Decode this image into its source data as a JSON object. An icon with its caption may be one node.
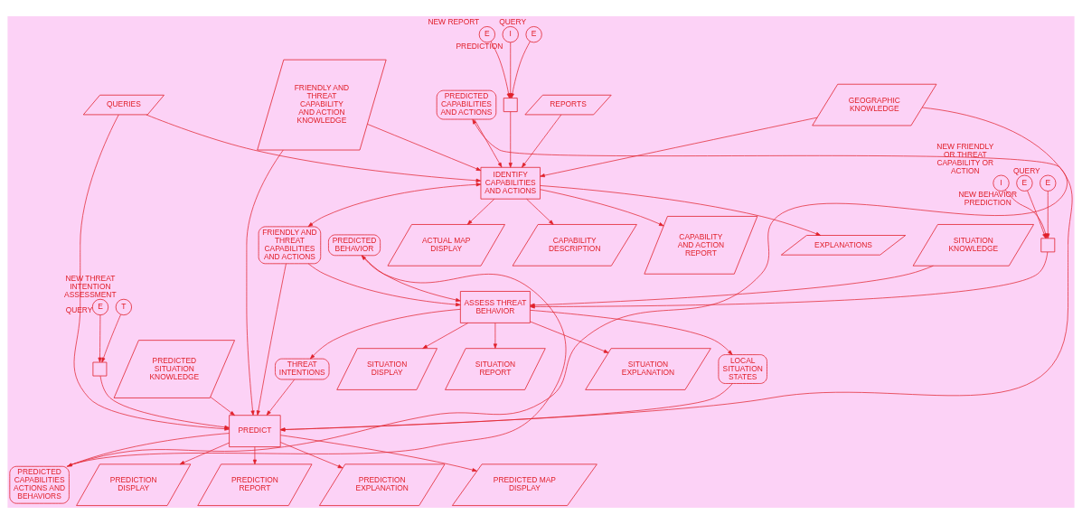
{
  "diagram": {
    "nodes": [
      {
        "text": [
          "FRIENDLY AND THREAT CAPABILITY AND ACTION KNOWLEDGE"
        ]
      },
      {
        "text": [
          "GEOGRAPHIC KNOWLEDGE"
        ]
      },
      {
        "text": [
          "E"
        ],
        "beside": [
          "NEW REPORT"
        ]
      },
      {
        "text": [
          "I"
        ],
        "beside": [
          "PREDICTION"
        ]
      },
      {
        "text": [
          "E"
        ],
        "beside": [
          "QUERY"
        ]
      },
      {
        "text": [],
        "shape": "box"
      },
      {
        "text": [
          "REPORTS"
        ]
      },
      {
        "text": [
          "PREDICTED CAPABILITIES AND ACTIONS"
        ]
      },
      {
        "text": [
          "IDENTIFY CAPABILITIES AND ACTIONS"
        ]
      },
      {
        "text": [
          "FRIENDLY AND THREAT CAPABILITIES AND ACTIONS"
        ]
      },
      {
        "text": [
          "I"
        ],
        "beside": [
          "NEW FRIENDLY OR THREAT CAPABILITY OR ACTION"
        ]
      },
      {
        "text": [
          "E"
        ],
        "beside": [
          "NEW BEHAVIOR PREDICTION"
        ]
      },
      {
        "text": [
          "E"
        ],
        "beside": [
          "QUERY"
        ]
      },
      {
        "text": [],
        "shape": "box"
      },
      {
        "text": [
          "SITUATION KNOWLEDGE"
        ]
      },
      {
        "text": [
          "ASSESS THREAT BEHAVIOR"
        ]
      },
      {
        "text": [
          "THREAT INTENTIONS"
        ]
      },
      {
        "text": [
          "LOCAL SITUATION STATES"
        ]
      },
      {
        "text": [
          "T"
        ],
        "beside": [
          "NEW THREAT INTENTION ASSESSMENT"
        ]
      },
      {
        "text": [
          "E"
        ],
        "beside": [
          "QUERY"
        ]
      },
      {
        "text": [],
        "shape": "box"
      },
      {
        "text": [
          "PREDICTED SITUATION KNOWLEDGE"
        ]
      },
      {
        "text": [
          "QUERIES"
        ]
      },
      {
        "text": [
          "PREDICT"
        ]
      },
      {
        "text": [
          "PREDICTED CAPABILITIES ACTIONS AND BEHAVIORS"
        ]
      },
      {
        "text": [
          "CAPABILITY DESCRIPTION"
        ]
      },
      {
        "text": [
          "CAPABILITY AND ACTION REPORT"
        ]
      },
      {
        "text": [
          "EXPLANATIONS"
        ]
      },
      {
        "text": [
          "ACTUAL MAP DISPLAY"
        ]
      },
      {
        "text": [
          "PREDICTED BEHAVIOR"
        ]
      },
      {
        "text": [
          "SITUATION DISPLAY"
        ]
      },
      {
        "text": [
          "SITUATION REPORT"
        ]
      },
      {
        "text": [
          "SITUATION EXPLANATION"
        ]
      },
      {
        "text": [
          "PREDICTION DISPLAY"
        ]
      },
      {
        "text": [
          "PREDICTION REPORT"
        ]
      },
      {
        "text": [
          "PREDICTION EXPLANATION"
        ]
      },
      {
        "text": [
          "PREDICTED MAP DISPLAY"
        ]
      }
    ],
    "edges": [
      {
        "from": 0,
        "to": 8,
        "arrow": "to"
      },
      {
        "from": 0,
        "to": 23,
        "arrow": "to"
      },
      {
        "from": 1,
        "to": 8,
        "arrow": "to"
      },
      {
        "from": 1,
        "to": 23,
        "arrow": "to"
      },
      {
        "from": 2,
        "to": 5,
        "arrow": "to"
      },
      {
        "from": 3,
        "to": 5,
        "arrow": "to"
      },
      {
        "from": 4,
        "to": 5,
        "arrow": "to"
      },
      {
        "from": 5,
        "to": 8,
        "arrow": "to"
      },
      {
        "from": 6,
        "to": 8,
        "arrow": "to"
      },
      {
        "from": 7,
        "to": 8,
        "arrow": "to"
      },
      {
        "from": 8,
        "to": 9,
        "arrow": "both"
      },
      {
        "from": 9,
        "to": 15,
        "arrow": "to"
      },
      {
        "from": 9,
        "to": 23,
        "arrow": "to"
      },
      {
        "from": 10,
        "to": 13,
        "arrow": "to"
      },
      {
        "from": 11,
        "to": 13,
        "arrow": "to"
      },
      {
        "from": 12,
        "to": 13,
        "arrow": "to"
      },
      {
        "from": 13,
        "to": 15,
        "arrow": "to"
      },
      {
        "from": 14,
        "to": 15,
        "arrow": "to"
      },
      {
        "from": 15,
        "to": 16,
        "arrow": "to"
      },
      {
        "from": 15,
        "to": 17,
        "arrow": "to"
      },
      {
        "from": 16,
        "to": 23,
        "arrow": "to"
      },
      {
        "from": 17,
        "to": 23,
        "arrow": "to"
      },
      {
        "from": 18,
        "to": 20,
        "arrow": "to"
      },
      {
        "from": 19,
        "to": 20,
        "arrow": "to"
      },
      {
        "from": 20,
        "to": 23,
        "arrow": "to"
      },
      {
        "from": 21,
        "to": 23,
        "arrow": "to"
      },
      {
        "from": 22,
        "to": 23,
        "arrow": "to"
      },
      {
        "from": 22,
        "to": 8,
        "arrow": "to"
      },
      {
        "from": 23,
        "to": 24,
        "arrow": "to"
      },
      {
        "from": 24,
        "to": 7,
        "arrow": "to"
      },
      {
        "from": 24,
        "to": 29,
        "arrow": "to"
      },
      {
        "from": 8,
        "to": 25,
        "arrow": "to"
      },
      {
        "from": 8,
        "to": 26,
        "arrow": "to"
      },
      {
        "from": 8,
        "to": 27,
        "arrow": "to"
      },
      {
        "from": 8,
        "to": 28,
        "arrow": "to"
      },
      {
        "from": 29,
        "to": 15,
        "arrow": "to"
      },
      {
        "from": 15,
        "to": 30,
        "arrow": "to"
      },
      {
        "from": 15,
        "to": 31,
        "arrow": "to"
      },
      {
        "from": 15,
        "to": 32,
        "arrow": "to"
      },
      {
        "from": 23,
        "to": 33,
        "arrow": "to"
      },
      {
        "from": 23,
        "to": 34,
        "arrow": "to"
      },
      {
        "from": 23,
        "to": 35,
        "arrow": "to"
      },
      {
        "from": 23,
        "to": 36,
        "arrow": "to"
      }
    ]
  }
}
